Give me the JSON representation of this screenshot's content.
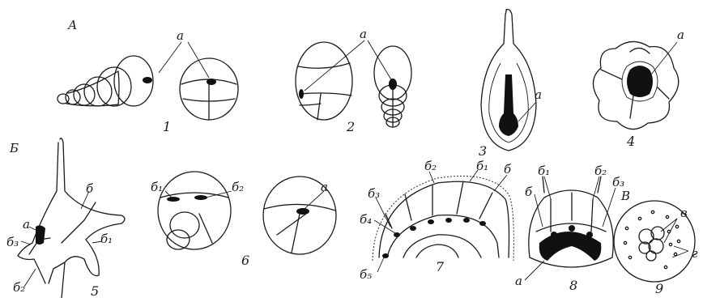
{
  "sections": {
    "a": "А",
    "b": "Б",
    "v": "В"
  },
  "figures": {
    "f1": "1",
    "f2": "2",
    "f3": "3",
    "f4": "4",
    "f5": "5",
    "f6": "6",
    "f7": "7",
    "f8": "8",
    "f9": "9"
  },
  "labels": {
    "a": "а",
    "b": "б",
    "b1": "б₁",
    "b2": "б₂",
    "b3": "б₃",
    "b4": "б₄",
    "b5": "б₅",
    "v": "в",
    "g": "г"
  }
}
